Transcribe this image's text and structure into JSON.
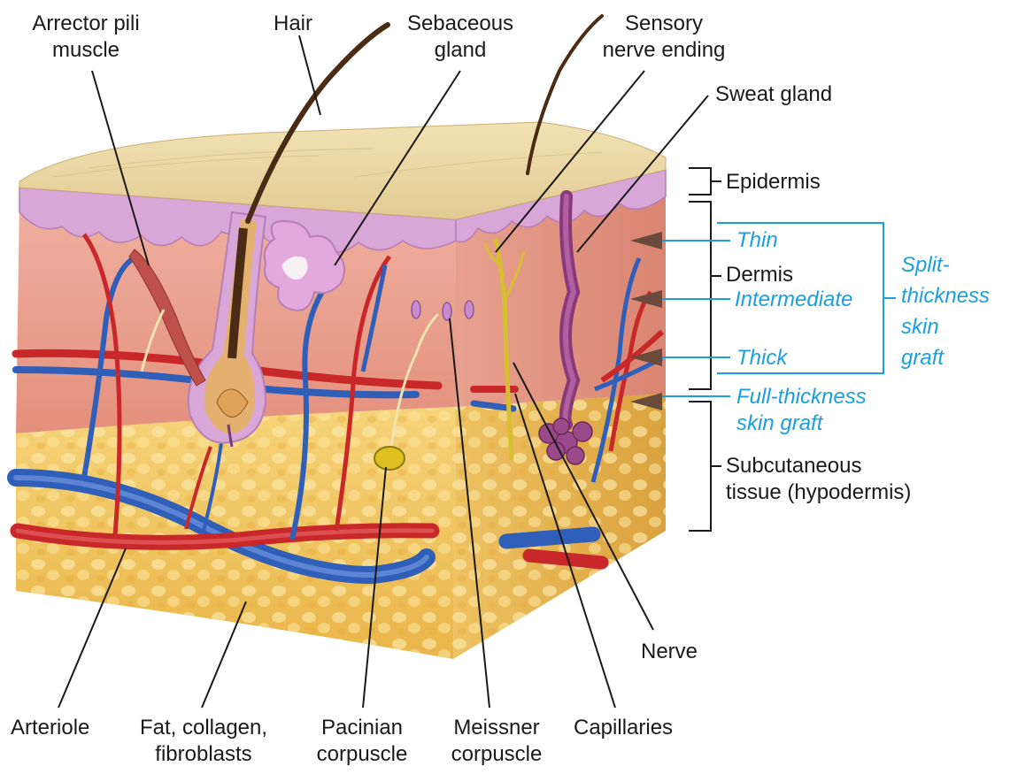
{
  "labels": {
    "arrector_pili": [
      "Arrector pili",
      "muscle"
    ],
    "hair": [
      "Hair"
    ],
    "sebaceous": [
      "Sebaceous",
      "gland"
    ],
    "sensory": [
      "Sensory",
      "nerve ending"
    ],
    "sweat": [
      "Sweat gland"
    ],
    "epidermis": [
      "Epidermis"
    ],
    "dermis": [
      "Dermis"
    ],
    "subcutaneous": [
      "Subcutaneous",
      "tissue (hypodermis)"
    ],
    "nerve": [
      "Nerve"
    ],
    "arteriole": [
      "Arteriole"
    ],
    "fat": [
      "Fat, collagen,",
      "fibroblasts"
    ],
    "pacinian": [
      "Pacinian",
      "corpuscle"
    ],
    "meissner": [
      "Meissner",
      "corpuscle"
    ],
    "capillaries": [
      "Capillaries"
    ]
  },
  "graft_labels": {
    "thin": "Thin",
    "intermediate": "Intermediate",
    "thick": "Thick",
    "full": [
      "Full-thickness",
      "skin graft"
    ],
    "split": [
      "Split-",
      "thickness",
      "skin",
      "graft"
    ]
  },
  "colors": {
    "leader": "#1a1a1a",
    "graft_blue": "#1aa0dc",
    "epidermis_surface": "#ecd9a8",
    "dermis": "#e8a090",
    "hypodermis": "#f2c75c",
    "artery": "#c8282a",
    "vein": "#2f5fb8",
    "gland": "#d8a6d6",
    "nerve": "#d6c030"
  }
}
